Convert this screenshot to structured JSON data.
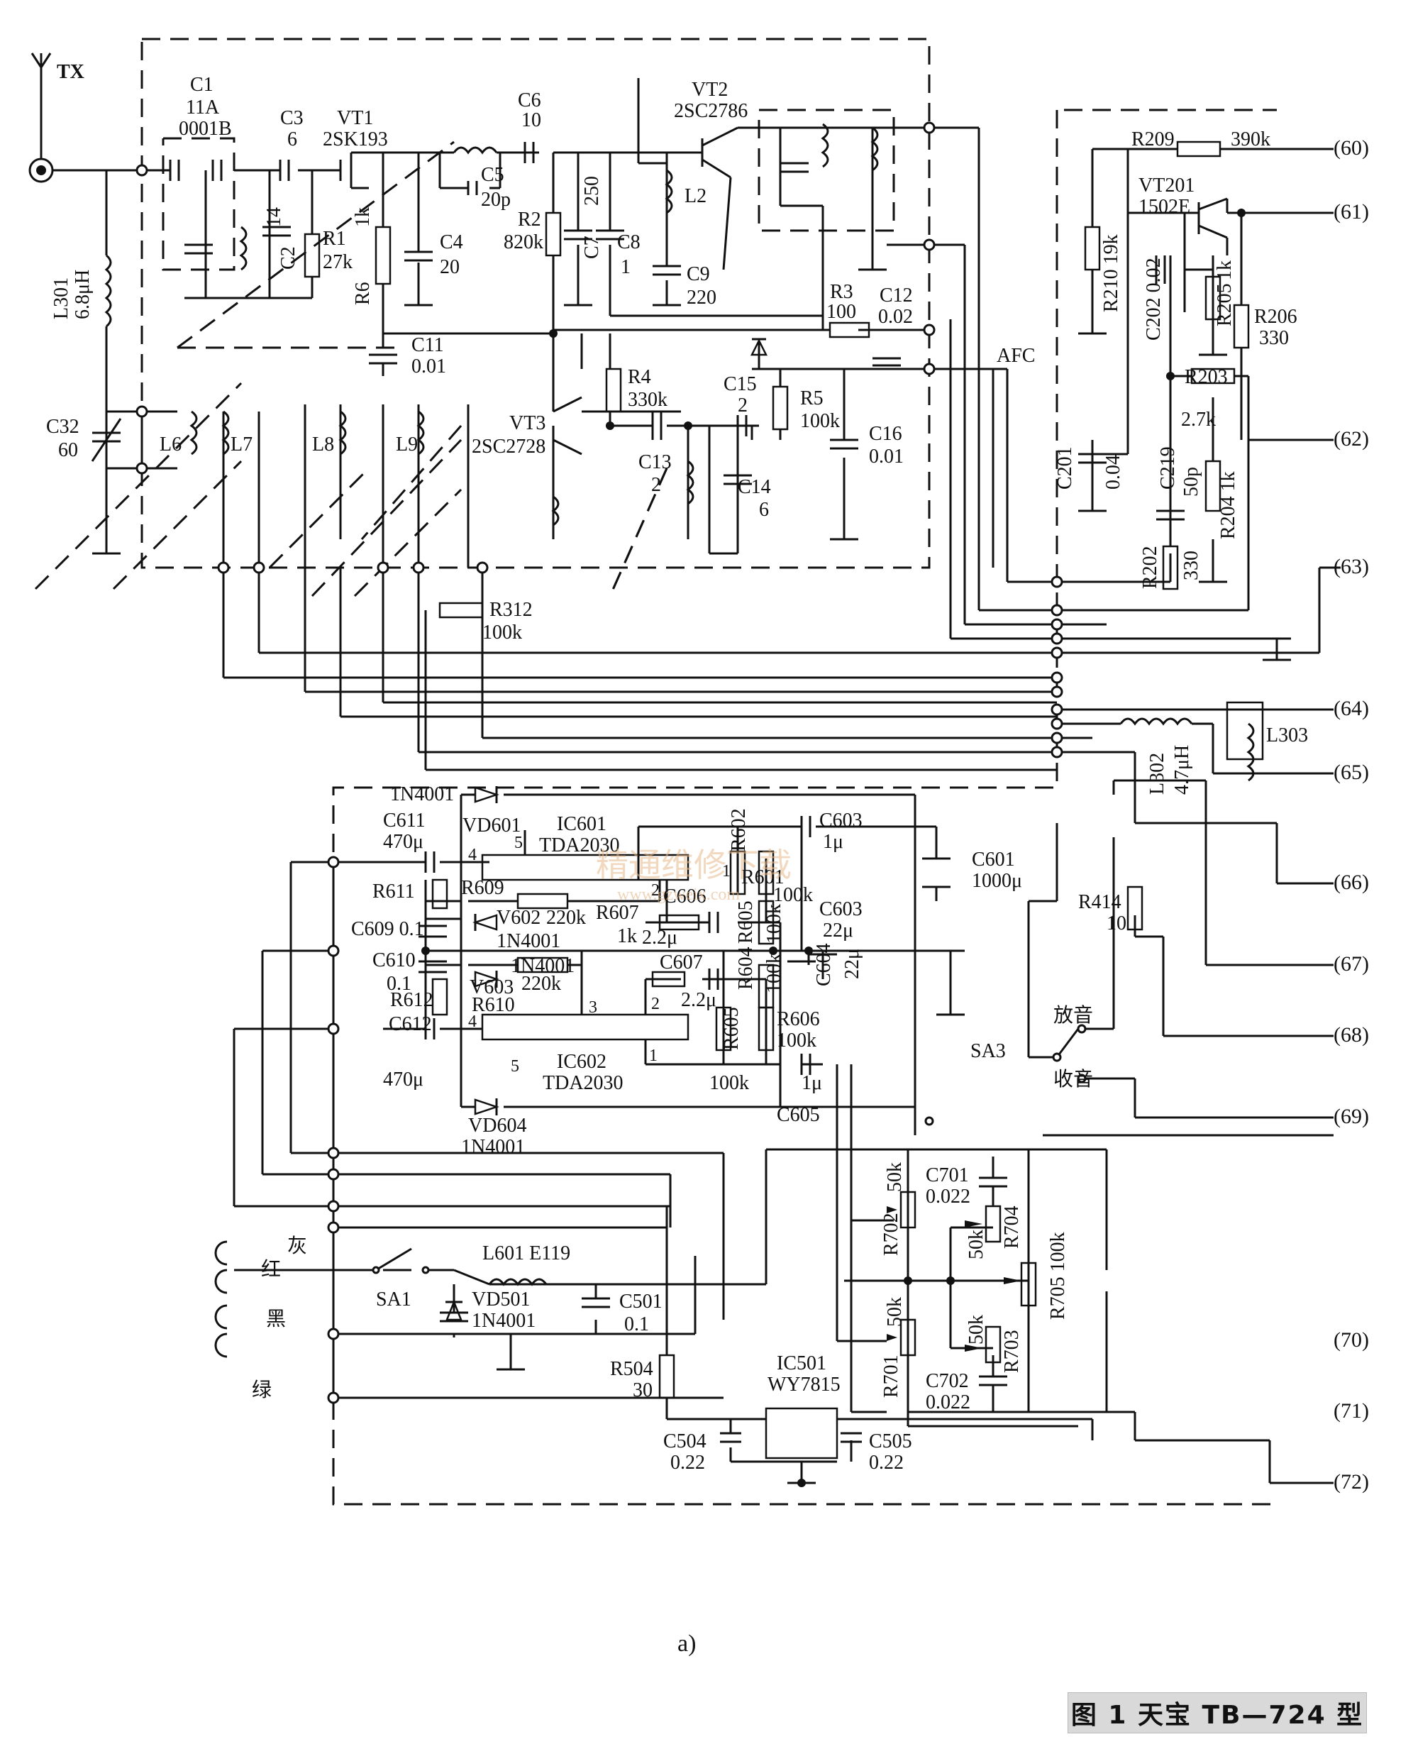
{
  "caption": "图 1  天宝 TB—724 型",
  "sublabel": "a)",
  "watermark": "精通维修下载",
  "watermark_url": "www.gzweix.com",
  "antenna": "TX",
  "terminals": [
    "(60)",
    "(61)",
    "(62)",
    "(63)",
    "(64)",
    "(65)",
    "(66)",
    "(67)",
    "(68)",
    "(69)",
    "(70)",
    "(71)",
    "(72)"
  ],
  "signal_label": "AFC",
  "switch_sa3": {
    "name": "SA3",
    "play": "放音",
    "record": "收音"
  },
  "wire_colors": {
    "grey": "灰",
    "red": "红",
    "black": "黑",
    "green": "绿"
  },
  "components": {
    "C1": [
      "C1",
      "11A",
      "0001B"
    ],
    "C3": [
      "C3",
      "6"
    ],
    "VT1": [
      "VT1",
      "2SK193"
    ],
    "C6": [
      "C6",
      "10"
    ],
    "VT2": [
      "VT2",
      "2SC2786"
    ],
    "C2": [
      "14",
      "C2"
    ],
    "R1": [
      "R1",
      "27k"
    ],
    "R6": [
      "1k",
      "R6"
    ],
    "C4": [
      "C4",
      "20"
    ],
    "C5": [
      "C5",
      "20p"
    ],
    "R2": [
      "R2",
      "820k"
    ],
    "C7": [
      "250",
      "C7"
    ],
    "C8": [
      "C8",
      "1"
    ],
    "L2": "L2",
    "C9": [
      "C9",
      "220"
    ],
    "L301": [
      "L301",
      "6.8μH"
    ],
    "C11": [
      "C11",
      "0.01"
    ],
    "R3": [
      "R3",
      "100"
    ],
    "C12": [
      "C12",
      "0.02"
    ],
    "R4": [
      "R4",
      "330k"
    ],
    "C15": [
      "C15",
      "2"
    ],
    "R5": [
      "R5",
      "100k"
    ],
    "C16": [
      "C16",
      "0.01"
    ],
    "C32": [
      "C32",
      "60"
    ],
    "coils": [
      "L6",
      "L7",
      "L8",
      "L9"
    ],
    "VT3": [
      "VT3",
      "2SC2728"
    ],
    "C13": [
      "C13",
      "2"
    ],
    "C14": [
      "C14",
      "6"
    ],
    "R312": [
      "R312",
      "100k"
    ],
    "R209": [
      "R209",
      "390k"
    ],
    "VT201": [
      "VT201",
      "1502E"
    ],
    "R210": "R210 19k",
    "C202": "C202 0.02",
    "R205": [
      "R205",
      "1k"
    ],
    "R206": [
      "R206",
      "330"
    ],
    "R203": [
      "R203",
      "2.7k"
    ],
    "C201": [
      "C201",
      "0.04"
    ],
    "C219": [
      "C219",
      "50p"
    ],
    "R204": "R204 1k",
    "R202": [
      "R202",
      "330"
    ],
    "L302": [
      "L302",
      "4.7μH"
    ],
    "L303": "L303",
    "VD601": [
      "1N4001",
      "VD601"
    ],
    "IC601": [
      "IC601",
      "TDA2030"
    ],
    "C603a": [
      "C603",
      "1μ"
    ],
    "C601": [
      "C601",
      "1000μ"
    ],
    "C611": [
      "C611",
      "470μ"
    ],
    "R611": "R611",
    "R609": "R609",
    "R602": [
      "R602",
      "100k"
    ],
    "R601": [
      "R601",
      "100k"
    ],
    "C609": "C609 0.1",
    "V602": [
      "V602",
      "220k"
    ],
    "N4001b": "1N4001",
    "R607": [
      "R607",
      "1k"
    ],
    "C606": [
      "C606",
      "2.2μ"
    ],
    "R605a": [
      "R605",
      "100k"
    ],
    "C603b": [
      "C603",
      "22μ"
    ],
    "R414": [
      "R414",
      "10"
    ],
    "C610": [
      "C610",
      "0.1"
    ],
    "N4001c": "1N4001",
    "C607": [
      "C607",
      "2.2μ"
    ],
    "R604": [
      "R604",
      "100k"
    ],
    "C604": [
      "C604",
      "22μ"
    ],
    "V603": [
      "V603",
      "220k"
    ],
    "R612": "R612",
    "R610": "R610",
    "C612": [
      "C612",
      "470μ"
    ],
    "R605b": "R605",
    "R606": [
      "R606",
      "100k"
    ],
    "IC602": [
      "IC602",
      "TDA2030"
    ],
    "R100k": "100k",
    "C605": [
      "1μ",
      "C605"
    ],
    "VD604": [
      "VD604",
      "1N4001"
    ],
    "ic_pins": [
      "4",
      "5",
      "1",
      "2",
      "3"
    ],
    "C701": [
      "C701",
      "0.022"
    ],
    "R702": [
      "R702",
      "50k"
    ],
    "R704": [
      "R704",
      "50k"
    ],
    "R705": "R705 100k",
    "R701": [
      "R701",
      "50k"
    ],
    "R703": [
      "R703",
      "50k"
    ],
    "C702": [
      "C702",
      "0.022"
    ],
    "L601": "L601 E119",
    "SA1": "SA1",
    "VD501": [
      "VD501",
      "1N4001"
    ],
    "C501": [
      "C501",
      "0.1"
    ],
    "R504": [
      "R504",
      "30"
    ],
    "IC501": [
      "IC501",
      "WY7815"
    ],
    "C504": [
      "C504",
      "0.22"
    ],
    "C505": [
      "C505",
      "0.22"
    ]
  }
}
